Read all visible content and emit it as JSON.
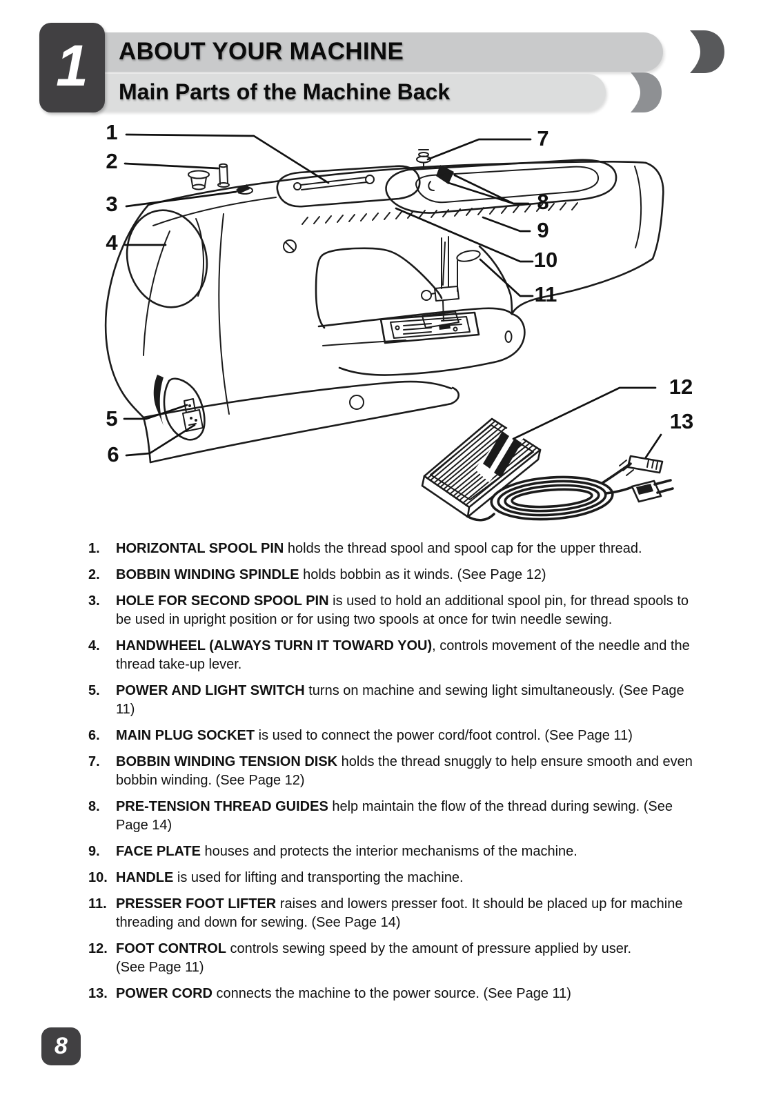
{
  "header": {
    "chapter_number": "1",
    "title": "ABOUT YOUR MACHINE",
    "subtitle": "Main Parts of the Machine Back"
  },
  "colors": {
    "chapter_bg": "#414042",
    "title_bar_bg": "#c9cacb",
    "subtitle_bar_bg": "#dcdddd",
    "accent_dark": "#58595b",
    "accent_medium": "#8e9093",
    "line_art": "#1b1b1b"
  },
  "diagram": {
    "callouts": [
      "1",
      "2",
      "3",
      "4",
      "5",
      "6",
      "7",
      "8",
      "9",
      "10",
      "11",
      "12",
      "13"
    ]
  },
  "parts": [
    {
      "num": "1.",
      "name": "HORIZONTAL SPOOL PIN",
      "desc": " holds the thread spool and spool cap for the upper thread."
    },
    {
      "num": "2.",
      "name": "BOBBIN WINDING SPINDLE",
      "desc": " holds bobbin as it winds. (See Page 12)"
    },
    {
      "num": "3.",
      "name": "HOLE FOR SECOND SPOOL PIN",
      "desc": " is used to hold an additional spool pin, for thread spools to be used in upright position or for using two spools at once for twin needle sewing."
    },
    {
      "num": "4.",
      "name": "HANDWHEEL (ALWAYS TURN IT TOWARD YOU)",
      "desc": ", controls movement of the needle and the thread take-up lever."
    },
    {
      "num": "5.",
      "name": "POWER AND LIGHT SWITCH",
      "desc": " turns on machine and sewing light simultaneously. (See Page 11)"
    },
    {
      "num": "6.",
      "name": "MAIN PLUG SOCKET",
      "desc": " is used to connect the power cord/foot control. (See Page 11)"
    },
    {
      "num": "7.",
      "name": "BOBBIN WINDING TENSION DISK",
      "desc": " holds the thread snuggly to help ensure smooth and even bobbin winding. (See Page 12)"
    },
    {
      "num": "8.",
      "name": "PRE-TENSION THREAD GUIDES",
      "desc": " help maintain the flow of the thread during sewing. (See Page 14)"
    },
    {
      "num": "9.",
      "name": "FACE PLATE",
      "desc": " houses and protects the interior mechanisms of the machine."
    },
    {
      "num": "10.",
      "name": "HANDLE",
      "desc": " is used for lifting and transporting the machine."
    },
    {
      "num": "11.",
      "name": "PRESSER FOOT LIFTER",
      "desc": " raises and lowers presser foot. It should be placed up for machine threading and down for sewing. (See Page 14)"
    },
    {
      "num": "12.",
      "name": "FOOT CONTROL",
      "desc": " controls sewing speed by the amount of pressure applied by user.\n(See Page 11)"
    },
    {
      "num": "13.",
      "name": "POWER CORD",
      "desc": " connects the machine to the power source. (See Page 11)"
    }
  ],
  "footer": {
    "page_number": "8"
  }
}
